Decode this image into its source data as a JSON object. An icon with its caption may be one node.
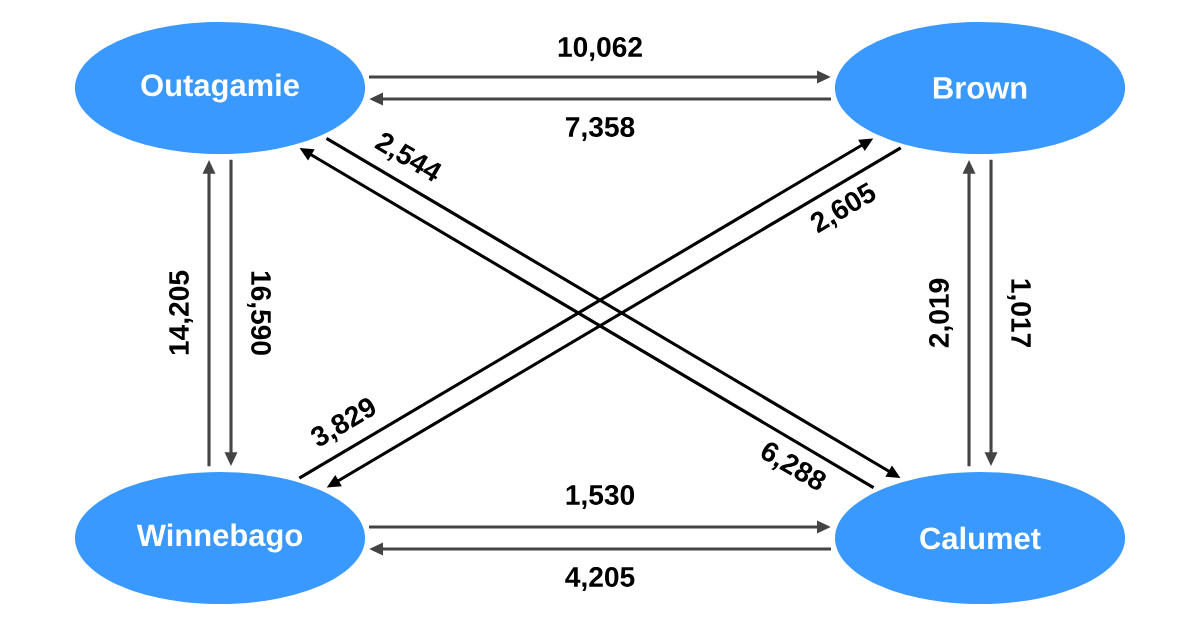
{
  "diagram": {
    "nodes": [
      {
        "text": [
          "Outagamie"
        ]
      },
      {
        "text": [
          "Brown"
        ]
      },
      {
        "text": [
          "Winnebago"
        ]
      },
      {
        "text": [
          "Calumet"
        ]
      }
    ],
    "edges": [
      {
        "from": 0,
        "to": 1,
        "arrow": "to",
        "label": "10,062"
      },
      {
        "from": 1,
        "to": 0,
        "arrow": "to",
        "label": "7,358"
      },
      {
        "from": 2,
        "to": 0,
        "arrow": "to",
        "label": "14,205"
      },
      {
        "from": 0,
        "to": 2,
        "arrow": "to",
        "label": "16,590"
      },
      {
        "from": 1,
        "to": 3,
        "arrow": "to",
        "label": "1,017"
      },
      {
        "from": 3,
        "to": 1,
        "arrow": "to",
        "label": "2,019"
      },
      {
        "from": 2,
        "to": 3,
        "arrow": "to",
        "label": "1,530"
      },
      {
        "from": 3,
        "to": 2,
        "arrow": "to",
        "label": "4,205"
      },
      {
        "from": 0,
        "to": 3,
        "arrow": "to",
        "label": "2,544",
        "color": "#000000"
      },
      {
        "from": 3,
        "to": 0,
        "arrow": "to",
        "label": "6,288",
        "color": "#000000"
      },
      {
        "from": 2,
        "to": 1,
        "arrow": "to",
        "label": "3,829",
        "color": "#000000"
      },
      {
        "from": 1,
        "to": 2,
        "arrow": "to",
        "label": "2,605",
        "color": "#000000"
      }
    ]
  }
}
